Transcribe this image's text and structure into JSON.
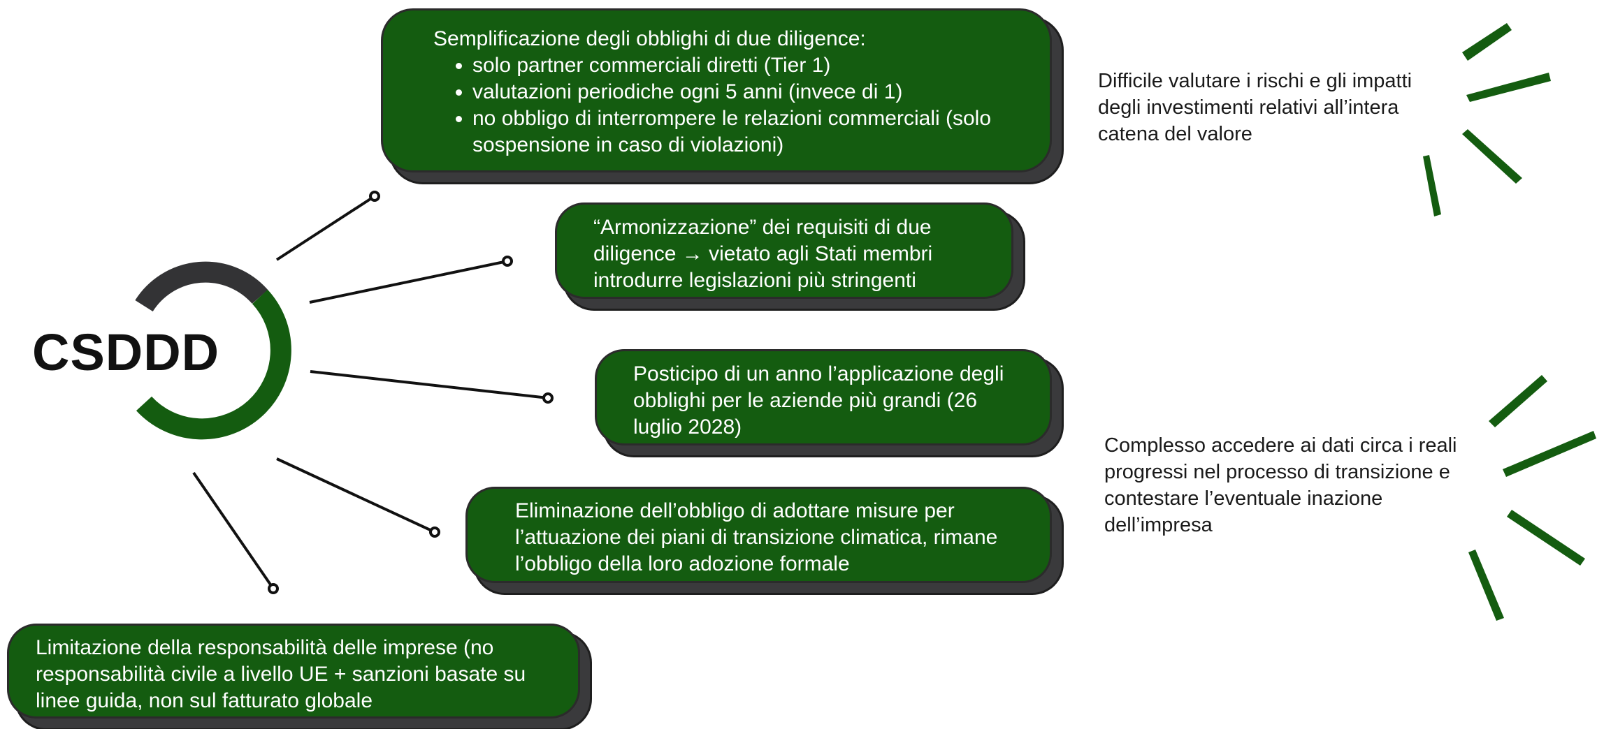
{
  "center": {
    "title": "CSDDD",
    "ring_colors": {
      "green": "#145c10",
      "dark": "#333335"
    }
  },
  "cards": {
    "c1": {
      "heading": "Semplificazione degli obblighi di due diligence:",
      "bullets": [
        "solo partner commerciali diretti (Tier 1)",
        "valutazioni periodiche ogni 5 anni (invece di 1)",
        "no obbligo di interrompere le relazioni commerciali (solo sospensione in caso di violazioni)"
      ]
    },
    "c2": {
      "text": "“Armonizzazione” dei requisiti di due diligence → vietato agli Stati membri introdurre legislazioni più stringenti"
    },
    "c3": {
      "text": "Posticipo di un anno l’applicazione degli obblighi per le aziende più grandi (26 luglio 2028)"
    },
    "c4": {
      "text": "Eliminazione dell’obbligo di adottare misure per l’attuazione dei piani di transizione climatica, rimane l’obbligo della loro adozione formale"
    },
    "c5": {
      "text": "Limitazione della responsabilità delle imprese (no responsabilità civile a livello UE + sanzioni basate su linee guida, non sul fatturato globale"
    }
  },
  "notes": {
    "n1": "Difficile valutare i rischi e gli impatti degli investimenti relativi all’intera catena del valore",
    "n2": "Complesso accedere ai dati circa i reali progressi nel processo di transizione e contestare l’eventuale inazione dell’impresa"
  },
  "colors": {
    "card": "#145c10",
    "accent_strokes": "#145c10",
    "connector": "#111111"
  }
}
